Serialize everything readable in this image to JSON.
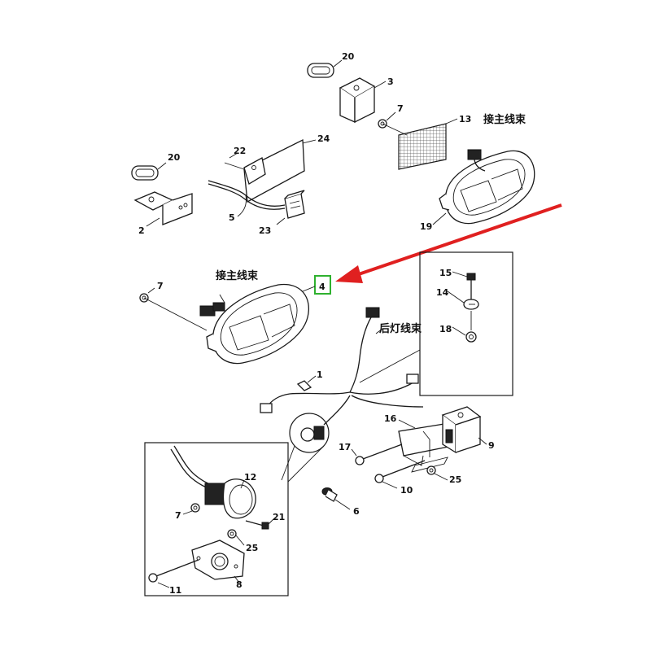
{
  "diagram": {
    "highlight_color": "#2fb12f",
    "arrow_color": "#e02020",
    "callouts": {
      "p1": "1",
      "p2": "2",
      "p3": "3",
      "p4": "4",
      "p5": "5",
      "p6": "6",
      "p7a": "7",
      "p7b": "7",
      "p7c": "7",
      "p8": "8",
      "p9": "9",
      "p10": "10",
      "p11": "11",
      "p12": "12",
      "p13": "13",
      "p14": "14",
      "p15": "15",
      "p16": "16",
      "p17": "17",
      "p18": "18",
      "p19": "19",
      "p20a": "20",
      "p20b": "20",
      "p21": "21",
      "p22": "22",
      "p23": "23",
      "p24": "24",
      "p25a": "25",
      "p25b": "25"
    },
    "text_labels": {
      "main_harness_right": "接主线束",
      "main_harness_left": "接主线束",
      "rear_light_harness": "后灯线束"
    }
  }
}
